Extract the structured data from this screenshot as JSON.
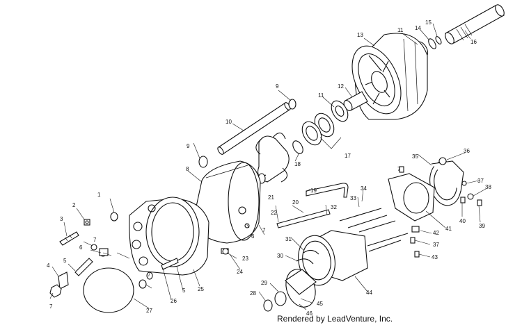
{
  "credit": "Rendered by LeadVenture, Inc.",
  "parts": [
    {
      "id": "p1",
      "label": "1"
    },
    {
      "id": "p2",
      "label": "2"
    },
    {
      "id": "p3",
      "label": "3"
    },
    {
      "id": "p4",
      "label": "4"
    },
    {
      "id": "p5a",
      "label": "5"
    },
    {
      "id": "p5b",
      "label": "5"
    },
    {
      "id": "p6a",
      "label": "6"
    },
    {
      "id": "p6b",
      "label": "6"
    },
    {
      "id": "p7a",
      "label": "7"
    },
    {
      "id": "p7b",
      "label": "7"
    },
    {
      "id": "p7c",
      "label": "7"
    },
    {
      "id": "p7d",
      "label": "7"
    },
    {
      "id": "p7e",
      "label": "7"
    },
    {
      "id": "p8",
      "label": "8"
    },
    {
      "id": "p9a",
      "label": "9"
    },
    {
      "id": "p9b",
      "label": "9"
    },
    {
      "id": "p10",
      "label": "10"
    },
    {
      "id": "p11a",
      "label": "11"
    },
    {
      "id": "p11b",
      "label": "11"
    },
    {
      "id": "p12",
      "label": "12"
    },
    {
      "id": "p13",
      "label": "13"
    },
    {
      "id": "p14",
      "label": "14"
    },
    {
      "id": "p15",
      "label": "15"
    },
    {
      "id": "p16",
      "label": "16"
    },
    {
      "id": "p17",
      "label": "17"
    },
    {
      "id": "p18",
      "label": "18"
    },
    {
      "id": "p19",
      "label": "19"
    },
    {
      "id": "p20",
      "label": "20"
    },
    {
      "id": "p21",
      "label": "21"
    },
    {
      "id": "p22",
      "label": "22"
    },
    {
      "id": "p23",
      "label": "23"
    },
    {
      "id": "p24",
      "label": "24"
    },
    {
      "id": "p25",
      "label": "25"
    },
    {
      "id": "p26",
      "label": "26"
    },
    {
      "id": "p27",
      "label": "27"
    },
    {
      "id": "p28",
      "label": "28"
    },
    {
      "id": "p29",
      "label": "29"
    },
    {
      "id": "p30",
      "label": "30"
    },
    {
      "id": "p31",
      "label": "31"
    },
    {
      "id": "p32",
      "label": "32"
    },
    {
      "id": "p33",
      "label": "33"
    },
    {
      "id": "p34",
      "label": "34"
    },
    {
      "id": "p35",
      "label": "35"
    },
    {
      "id": "p36",
      "label": "36"
    },
    {
      "id": "p37a",
      "label": "37"
    },
    {
      "id": "p37b",
      "label": "37"
    },
    {
      "id": "p38",
      "label": "38"
    },
    {
      "id": "p39",
      "label": "39"
    },
    {
      "id": "p40",
      "label": "40"
    },
    {
      "id": "p41",
      "label": "41"
    },
    {
      "id": "p42",
      "label": "42"
    },
    {
      "id": "p43",
      "label": "43"
    },
    {
      "id": "p44",
      "label": "44"
    },
    {
      "id": "p45",
      "label": "45"
    },
    {
      "id": "p46",
      "label": "46"
    }
  ]
}
